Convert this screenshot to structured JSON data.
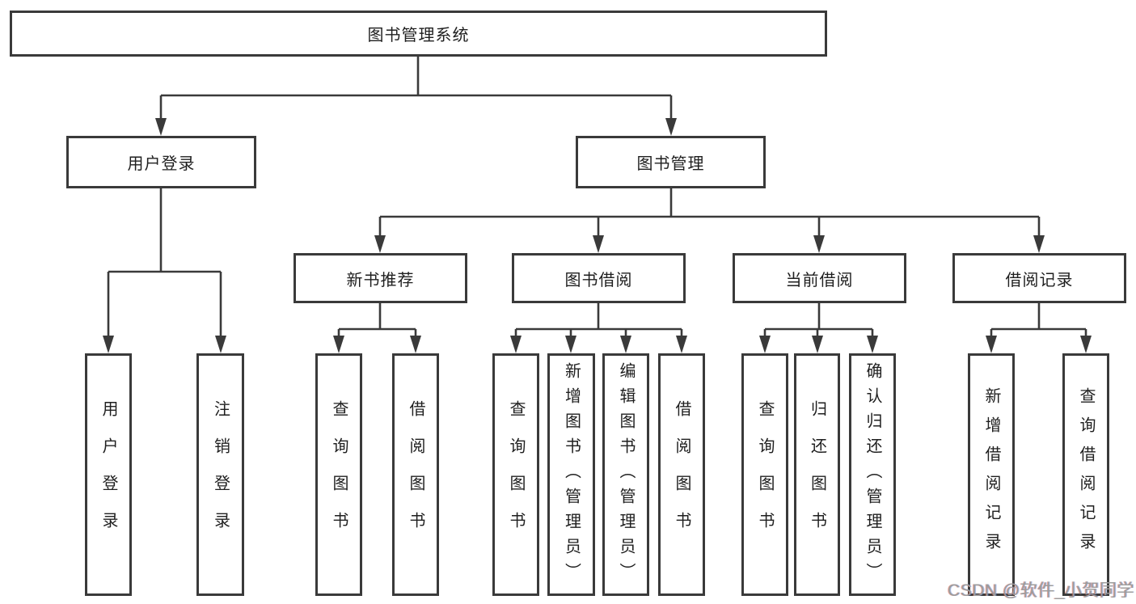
{
  "diagram_title": "图书管理系统",
  "watermark": {
    "text": "CSDN @软件_小贺同学"
  },
  "colors": {
    "background": "#ffffff",
    "line": "#3a3a3a",
    "box_border": "#3a3a3a",
    "box_fill": "#ffffff",
    "text": "#1f1f1f",
    "watermark_text": "#9c9c9c"
  },
  "tree": {
    "root": "图书管理系统",
    "user": {
      "label": "用户登录",
      "children": [
        "用户登录",
        "注销登录"
      ]
    },
    "mgmt": {
      "label": "图书管理",
      "groups": [
        {
          "label": "新书推荐",
          "children": [
            "查询图书",
            "借阅图书"
          ]
        },
        {
          "label": "图书借阅",
          "children": [
            "查询图书",
            "新增图书（管理员）",
            "编辑图书（管理员）",
            "借阅图书"
          ]
        },
        {
          "label": "当前借阅",
          "children": [
            "查询图书",
            "归还图书",
            "确认归还（管理员）"
          ]
        },
        {
          "label": "借阅记录",
          "children": [
            "新增借阅记录",
            "查询借阅记录"
          ]
        }
      ]
    }
  }
}
